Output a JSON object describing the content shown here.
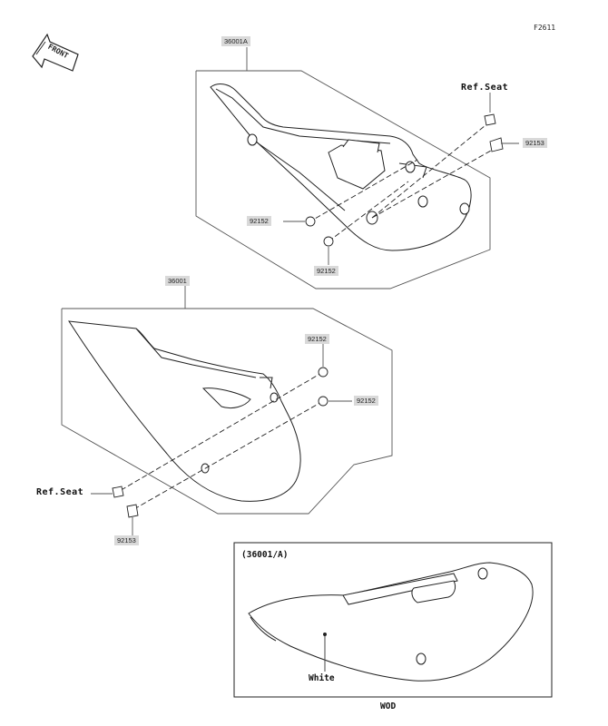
{
  "figure_id": "F2611",
  "front_label": "FRONT",
  "parts": {
    "upper_assembly": "36001A",
    "lower_assembly": "36001",
    "upper_washer_1": "92152",
    "upper_washer_2": "92152",
    "upper_bolt": "92153",
    "lower_washer_1": "92152",
    "lower_washer_2": "92152",
    "lower_bolt": "92153"
  },
  "refs": {
    "upper": "Ref.Seat",
    "lower": "Ref.Seat"
  },
  "inset": {
    "variant": "(36001/A)",
    "color": "White",
    "caption": "WOD"
  }
}
